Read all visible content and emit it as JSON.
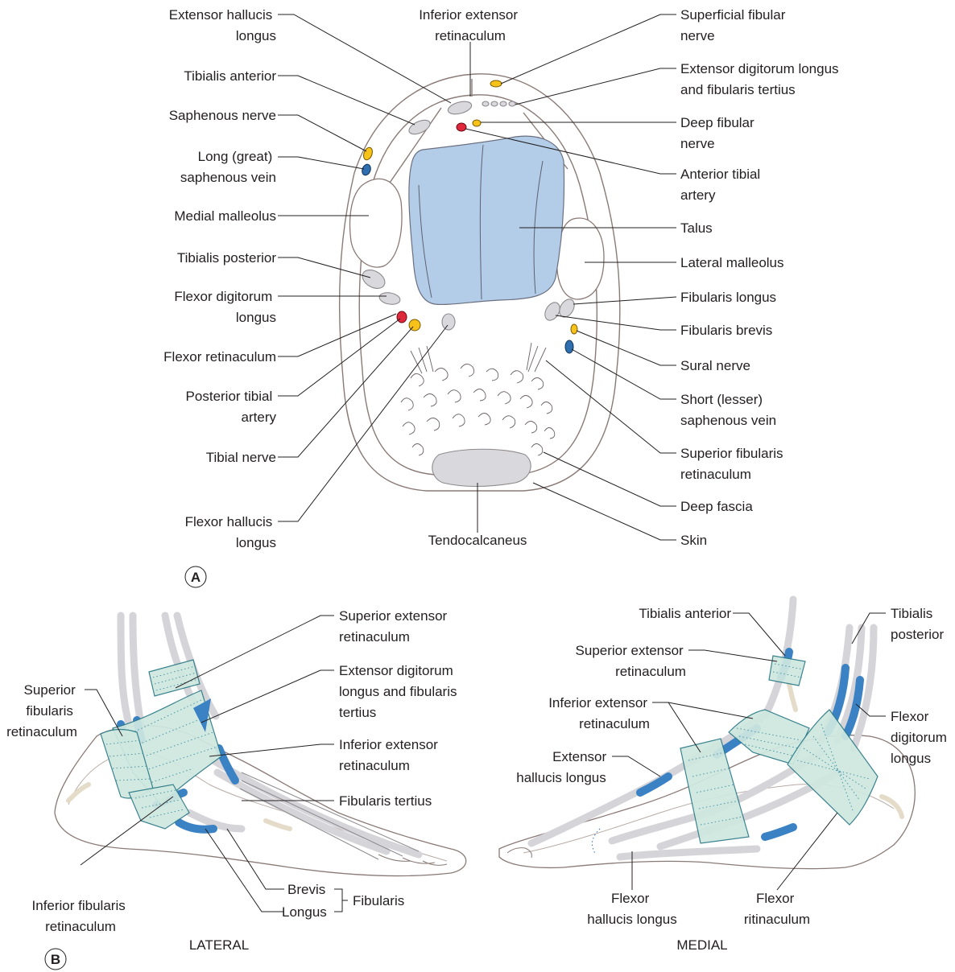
{
  "panels": {
    "a": {
      "letter": "A"
    },
    "b": {
      "letter": "B",
      "lateral_caption": "LATERAL",
      "medial_caption": "MEDIAL"
    }
  },
  "labels_a": [
    {
      "key": "ext_hallucis_longus",
      "lines": [
        "Extensor hallucis",
        "longus"
      ]
    },
    {
      "key": "tibialis_anterior",
      "lines": [
        "Tibialis anterior"
      ]
    },
    {
      "key": "saphenous_nerve",
      "lines": [
        "Saphenous nerve"
      ]
    },
    {
      "key": "long_saphenous_vein",
      "lines": [
        "Long (great)",
        "saphenous vein"
      ]
    },
    {
      "key": "medial_malleolus",
      "lines": [
        "Medial malleolus"
      ]
    },
    {
      "key": "tibialis_posterior",
      "lines": [
        "Tibialis posterior"
      ]
    },
    {
      "key": "flexor_digitorum_longus",
      "lines": [
        "Flexor digitorum",
        "longus"
      ]
    },
    {
      "key": "flexor_retinaculum",
      "lines": [
        "Flexor retinaculum"
      ]
    },
    {
      "key": "posterior_tibial_artery",
      "lines": [
        "Posterior tibial",
        "artery"
      ]
    },
    {
      "key": "tibial_nerve",
      "lines": [
        "Tibial nerve"
      ]
    },
    {
      "key": "flexor_hallucis_longus",
      "lines": [
        "Flexor hallucis",
        "longus"
      ]
    },
    {
      "key": "inferior_extensor_retinaculum",
      "lines": [
        "Inferior extensor",
        "retinaculum"
      ]
    },
    {
      "key": "tendocalcaneus",
      "lines": [
        "Tendocalcaneus"
      ]
    },
    {
      "key": "superficial_fibular_nerve",
      "lines": [
        "Superficial fibular",
        "nerve"
      ]
    },
    {
      "key": "ext_digitorum_fibularis_tertius",
      "lines": [
        "Extensor digitorum longus",
        "and fibularis tertius"
      ]
    },
    {
      "key": "deep_fibular_nerve",
      "lines": [
        "Deep fibular",
        "nerve"
      ]
    },
    {
      "key": "anterior_tibial_artery",
      "lines": [
        "Anterior tibial",
        "artery"
      ]
    },
    {
      "key": "talus",
      "lines": [
        "Talus"
      ]
    },
    {
      "key": "lateral_malleolus",
      "lines": [
        "Lateral malleolus"
      ]
    },
    {
      "key": "fibularis_longus",
      "lines": [
        "Fibularis longus"
      ]
    },
    {
      "key": "fibularis_brevis",
      "lines": [
        "Fibularis brevis"
      ]
    },
    {
      "key": "sural_nerve",
      "lines": [
        "Sural nerve"
      ]
    },
    {
      "key": "short_saphenous_vein",
      "lines": [
        "Short (lesser)",
        "saphenous vein"
      ]
    },
    {
      "key": "superior_fibularis_retinaculum",
      "lines": [
        "Superior fibularis",
        "retinaculum"
      ]
    },
    {
      "key": "deep_fascia",
      "lines": [
        "Deep fascia"
      ]
    },
    {
      "key": "skin",
      "lines": [
        "Skin"
      ]
    }
  ],
  "labels_lateral": [
    {
      "key": "superior_extensor_retinaculum",
      "lines": [
        "Superior extensor",
        "retinaculum"
      ]
    },
    {
      "key": "ext_digitorum_fibularis_tertius",
      "lines": [
        "Extensor digitorum",
        "longus and fibularis",
        "tertius"
      ]
    },
    {
      "key": "inferior_extensor_retinaculum",
      "lines": [
        "Inferior extensor",
        "retinaculum"
      ]
    },
    {
      "key": "fibularis_tertius",
      "lines": [
        "Fibularis tertius"
      ]
    },
    {
      "key": "superior_fibularis_retinaculum",
      "lines": [
        "Superior",
        "fibularis",
        "retinaculum"
      ]
    },
    {
      "key": "inferior_fibularis_retinaculum",
      "lines": [
        "Inferior fibularis",
        "retinaculum"
      ]
    },
    {
      "key": "brevis",
      "lines": [
        "Brevis"
      ]
    },
    {
      "key": "longus",
      "lines": [
        "Longus"
      ]
    },
    {
      "key": "fibularis",
      "lines": [
        "Fibularis"
      ]
    }
  ],
  "labels_medial": [
    {
      "key": "tibialis_anterior",
      "lines": [
        "Tibialis anterior"
      ]
    },
    {
      "key": "superior_extensor_retinaculum",
      "lines": [
        "Superior extensor",
        "retinaculum"
      ]
    },
    {
      "key": "inferior_extensor_retinaculum",
      "lines": [
        "Inferior extensor",
        "retinaculum"
      ]
    },
    {
      "key": "extensor_hallucis_longus",
      "lines": [
        "Extensor",
        "hallucis longus"
      ]
    },
    {
      "key": "tibialis_posterior",
      "lines": [
        "Tibialis",
        "posterior"
      ]
    },
    {
      "key": "flexor_digitorum_longus",
      "lines": [
        "Flexor",
        "digitorum",
        "longus"
      ]
    },
    {
      "key": "flexor_hallucis_longus",
      "lines": [
        "Flexor",
        "hallucis  longus"
      ]
    },
    {
      "key": "flexor_retinaculum",
      "lines": [
        "Flexor",
        "ritinaculum"
      ]
    }
  ],
  "colors": {
    "artery": "#e0283c",
    "nerve": "#f7c21a",
    "vein": "#2f6fb0",
    "talus": "#b3cde8",
    "tendon": "#d9d8dc",
    "sheath": "#3b82c4",
    "retinaculum": "#cfe8e0"
  }
}
